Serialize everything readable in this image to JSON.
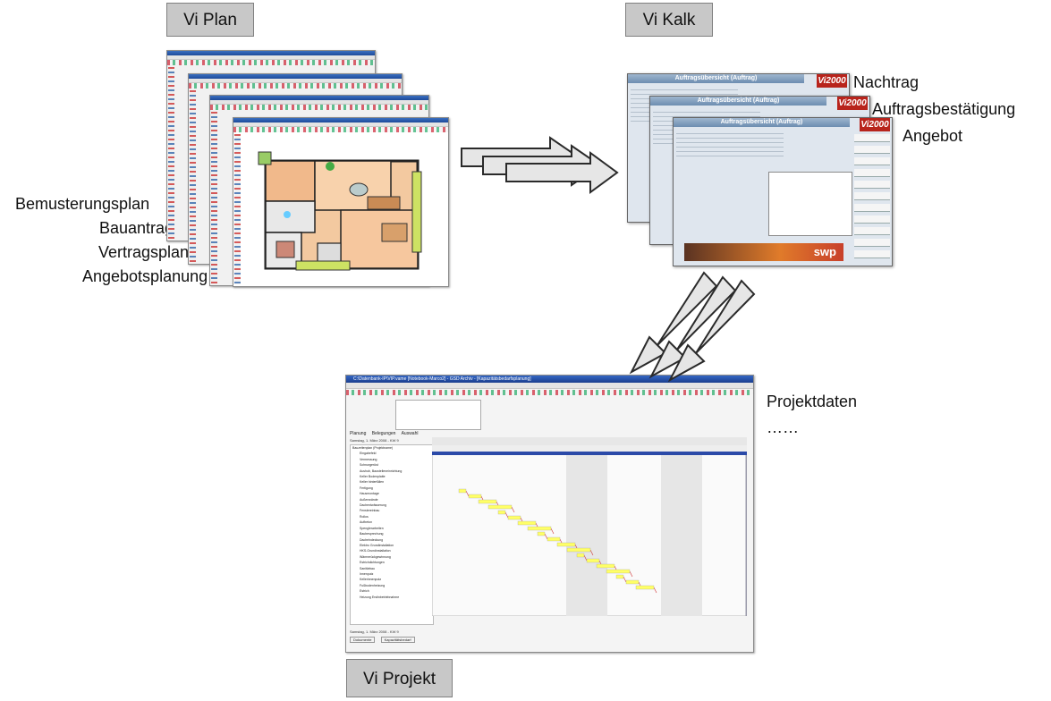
{
  "labels": {
    "vi_plan": "Vi Plan",
    "vi_kalk": "Vi Kalk",
    "vi_projekt": "Vi Projekt"
  },
  "plan_outputs": [
    "Bemusterungsplan",
    "Bauantrag",
    "Vertragsplan",
    "Angebotsplanung"
  ],
  "kalk_outputs": [
    "Nachtrag",
    "Auftragsbestätigung",
    "Angebot"
  ],
  "projekt_outputs": [
    "Projektdaten",
    "……"
  ],
  "kalk_window": {
    "title": "Auftragsübersicht (Auftrag)",
    "brand": "Vi2000",
    "banner": "swp"
  },
  "projekt_window": {
    "title": "C:\\Datenbank-IP\\VIP.vame [Notebook-Marco2] - GSD Archiv - [Kapazitätsbedarfsplanung]",
    "tabs": [
      "Planung",
      "Belegungen",
      "Auswahl"
    ],
    "tasks": [
      "Bauzeitenplan (Projektname)",
      "Eingabefeld",
      "Vermessung",
      "Schnurgerüst",
      "Aushub, Baustelleneinrichtung",
      "Keller Bodenplatte",
      "Keller hinterfüllen",
      "Fertigung",
      "Hausmontage",
      "Außenwände",
      "Dachentwässerung",
      "Fenstereinbau",
      "Rollos",
      "Aufbeton",
      "Spenglerarbeiten",
      "Baubesprechung",
      "Dacheindeckung",
      "Elektro Grundinstallation",
      "HKS-Grundinstallation",
      "Wärmerückgewinnung",
      "Estrichdichtungen",
      "Sanitärbau",
      "Innenputz",
      "Kellerinnenputz",
      "Fußbodenheizung",
      "Estrich",
      "Heizung Erstinbetriebnahme"
    ],
    "status": "Samstag, 1. März 2008 - KW 9",
    "tray": [
      "Dokumente",
      "Kapazitätsbedarf"
    ]
  },
  "colors": {
    "label_bg": "#c8c8c8",
    "arrow_fill": "#e6e6e6",
    "arrow_stroke": "#2a2a2a",
    "gantt_bar": "#ffff66",
    "gantt_link": "#d23a3a"
  }
}
